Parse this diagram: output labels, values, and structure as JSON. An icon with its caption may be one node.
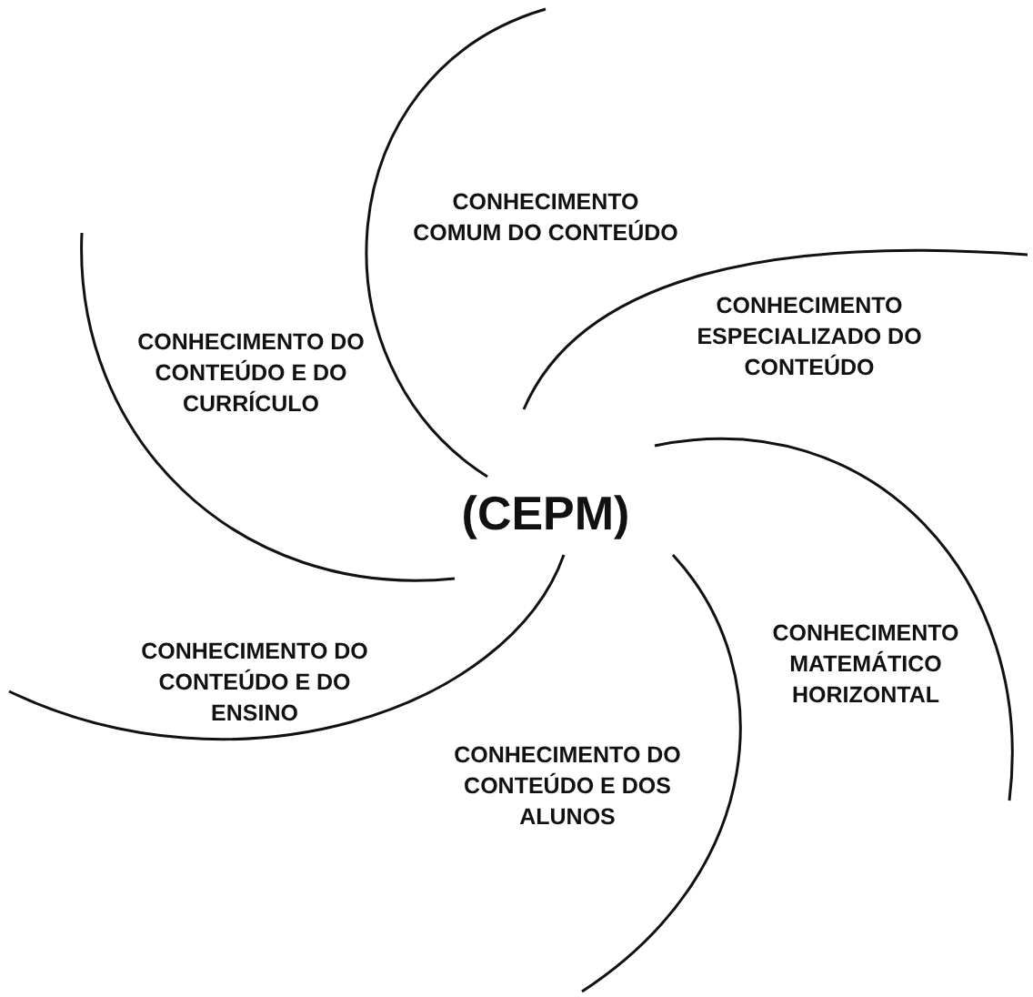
{
  "diagram": {
    "labels": [
      "CONHECIMENTO COMUM DO CONTEÚDO",
      "CONHECIMENTO DO CONTEÚDO E DO CURRÍCULO",
      "CONHECIMENTO ESPECIALIZADO DO CONTEÚDO",
      "(CEPM)",
      "CONHECIMENTO MATEMÁTICO HORIZONTAL",
      "CONHECIMENTO DO CONTEÚDO E DO ENSINO",
      "CONHECIMENTO DO CONTEÚDO E DOS ALUNOS"
    ]
  }
}
